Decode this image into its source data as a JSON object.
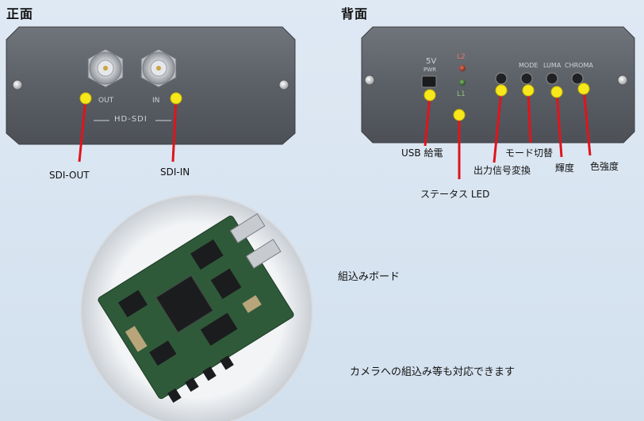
{
  "headings": {
    "front": "正面",
    "back": "背面"
  },
  "front_panel": {
    "port_out": "OUT",
    "port_in": "IN",
    "group_label": "HD-SDI"
  },
  "back_panel": {
    "power_label": "5V",
    "pwr_label": "PWR",
    "led_top": "L2",
    "led_bottom": "L1",
    "mode_label": "MODE",
    "luma_label": "LUMA",
    "chroma_label": "CHROMA"
  },
  "callouts": {
    "sdi_out": "SDI-OUT",
    "sdi_in": "SDI-IN",
    "usb_power": "USB 給電",
    "status_led": "ステータス LED",
    "output_convert": "出力信号変換",
    "mode_switch": "モード切替",
    "brightness": "輝度",
    "color_intensity": "色強度"
  },
  "board_label": "組込みボード",
  "camera_text": "カメラへの組込み等も対応できます",
  "colors": {
    "marker": "#f7e81c",
    "leader": "#e0141c",
    "panel": "#5d6168"
  }
}
